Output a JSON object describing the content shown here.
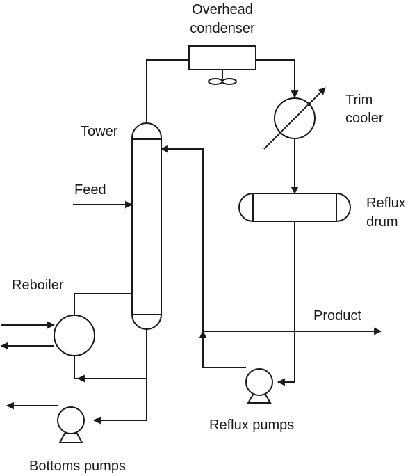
{
  "diagram": {
    "labels": {
      "overhead_condenser": [
        "Overhead",
        "condenser"
      ],
      "trim_cooler": [
        "Trim",
        "cooler"
      ],
      "tower": "Tower",
      "feed": "Feed",
      "reflux_drum": [
        "Reflux",
        "drum"
      ],
      "reboiler": "Reboiler",
      "product": "Product",
      "reflux_pumps": "Reflux pumps",
      "bottoms_pumps": "Bottoms pumps"
    }
  }
}
